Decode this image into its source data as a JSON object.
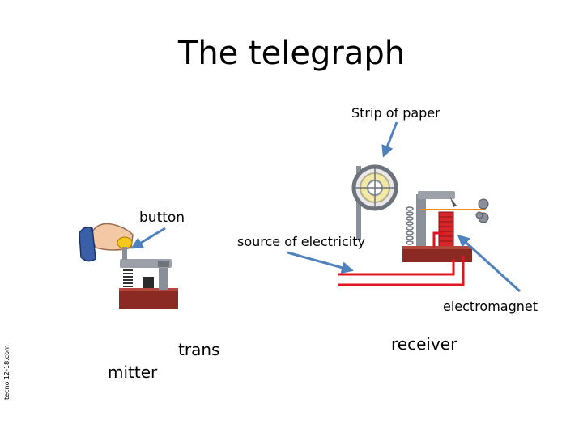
{
  "slide": {
    "title": "The telegraph",
    "credit": "tecno 12-18.com"
  },
  "labels": {
    "strip_of_paper": "Strip of paper",
    "button": "button",
    "source_of_electricity": "source of electricity",
    "electromagnet": "electromagnet",
    "receiver": "receiver",
    "trans": "trans",
    "mitter": "mitter"
  },
  "colors": {
    "arrow": "#4f81bd",
    "wire": "#e0161e",
    "base": "#8b2a22",
    "metal": "#8a8f99",
    "coil": "#d6262a",
    "paper_roll": "#f2e9a6",
    "orange_line": "#f08a1c",
    "button_yellow": "#f7c81c",
    "sleeve": "#3a5fa8",
    "skin": "#f3c9a5"
  }
}
